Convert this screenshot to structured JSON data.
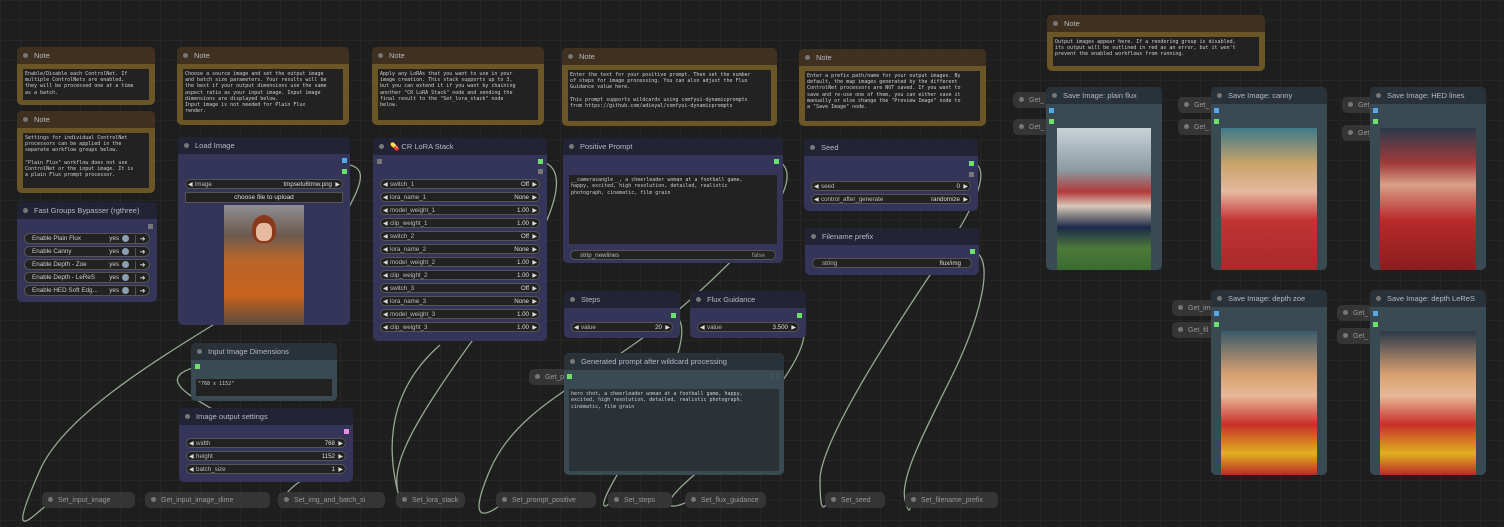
{
  "notes": {
    "n1": {
      "title": "Note",
      "text": "Enable/Disable each ControlNet. If\nmultiple ControlNets are enabled,\nthey will be processed one at a time\nas a batch."
    },
    "n2": {
      "title": "Note",
      "text": "Settings for individual ControlNet\nprocessors can be applied in the\nseparate workflow groups below.\n\n\"Plain Flux\" workflow does not use\nControlNet or the input image. It is\na plain Flux prompt processor."
    },
    "n3": {
      "title": "Note",
      "text": "Choose a source image and set the output image\nand batch size parameters. Your results will be\nthe best if your output dimensions use the same\naspect ratio as your input image. Input image\ndimensions are displayed below.\nInput image is not needed for Plain Flux\nrender."
    },
    "n4": {
      "title": "Note",
      "text": "Apply any LoRAs that you want to use in your\nimage creation. This stack supports up to 3,\nbut you can extend it if you want by chaining\nanother \"CR LoRA Stack\" node and sending the\nfinal result to the \"Set_lora_stack\" node\nbelow."
    },
    "n5": {
      "title": "Note",
      "text": "Enter the text for your positive prompt. Then set the number\nof steps for image processing. You can also adjust the Flux\nGuidance value here.\n\nThis prompt supports wildcards using comfyui-dynamicprompts\nfrom https://github.com/adieyal/comfyui-dynamicprompts"
    },
    "n6": {
      "title": "Note",
      "text": "Enter a prefix path/name for your output images. By\ndefault, the map images generated by the different\nControlNet processors are NOT saved. If you want to\nsave and re-use one of them, you can either save it\nmanually or else change the \"Preview Image\" node to\na \"Save Image\" node."
    },
    "n7": {
      "title": "Note",
      "text": "Output images appear here. If a rendering group is disabled,\nits output will be outlined in red as an error, but it won't\nprevent the enabled workflows from running."
    }
  },
  "bypasser": {
    "title": "Fast Groups Bypasser (rgthree)",
    "items": [
      {
        "label": "Enable Plain Flux",
        "value": "yes"
      },
      {
        "label": "Enable Canny",
        "value": "yes"
      },
      {
        "label": "Enable Depth - Zoe",
        "value": "yes"
      },
      {
        "label": "Enable Depth - LeReS",
        "value": "yes"
      },
      {
        "label": "Enable HED Soft Edg...",
        "value": "yes"
      }
    ]
  },
  "load_image": {
    "title": "Load Image",
    "image_label": "image",
    "image_value": "tmpsetu6tmw.png",
    "upload": "choose file to upload"
  },
  "input_dims": {
    "title": "Input Image Dimensions",
    "value": "\"768 x 1152\""
  },
  "output_settings": {
    "title": "Image output settings",
    "widgets": [
      {
        "label": "width",
        "value": "768"
      },
      {
        "label": "height",
        "value": "1152"
      },
      {
        "label": "batch_size",
        "value": "1"
      }
    ]
  },
  "lora": {
    "title": "💊 CR LoRA Stack",
    "widgets": [
      {
        "label": "switch_1",
        "value": "Off"
      },
      {
        "label": "lora_name_1",
        "value": "None"
      },
      {
        "label": "model_weight_1",
        "value": "1.00"
      },
      {
        "label": "clip_weight_1",
        "value": "1.00"
      },
      {
        "label": "switch_2",
        "value": "Off"
      },
      {
        "label": "lora_name_2",
        "value": "None"
      },
      {
        "label": "model_weight_2",
        "value": "1.00"
      },
      {
        "label": "clip_weight_2",
        "value": "1.00"
      },
      {
        "label": "switch_3",
        "value": "Off"
      },
      {
        "label": "lora_name_3",
        "value": "None"
      },
      {
        "label": "model_weight_3",
        "value": "1.00"
      },
      {
        "label": "clip_weight_3",
        "value": "1.00"
      }
    ]
  },
  "positive": {
    "title": "Positive Prompt",
    "text": "__camerasangle__, a cheerleader woman at a football game,\nhappy, excited, high resolution, detailed, realistic\nphotograph, cinematic, film grain",
    "strip_label": "strip_newlines",
    "strip_value": "false"
  },
  "steps": {
    "title": "Steps",
    "label": "value",
    "value": "20"
  },
  "flux": {
    "title": "Flux Guidance",
    "label": "value",
    "value": "3.500"
  },
  "generated": {
    "title": "Generated prompt after wildcard processing",
    "text": "hero shot, a cheerleader woman at a football game, happy,\nexcited, high resolution, detailed, realistic photograph,\ncinematic, film grain"
  },
  "seed": {
    "title": "Seed",
    "seed_label": "seed",
    "seed_value": "0",
    "cag_label": "control_after_generate",
    "cag_value": "randomize"
  },
  "prefix": {
    "title": "Filename prefix",
    "label": "string",
    "value": "flux/img"
  },
  "saves": [
    {
      "title": "Save Image: plain flux"
    },
    {
      "title": "Save Image: canny"
    },
    {
      "title": "Save Image: HED lines"
    },
    {
      "title": "Save Image: depth zoe"
    },
    {
      "title": "Save Image: depth LeReS"
    }
  ],
  "get_nodes": {
    "get_p": "Get_p",
    "get_trunc": "Get_",
    "get_im": "Get_im",
    "get_fil": "Get_fil"
  },
  "set_nodes": [
    "Set_input_image",
    "Get_input_image_dime",
    "Set_img_and_batch_si",
    "Set_lora_stack",
    "Set_prompt_positive",
    "Set_steps",
    "Set_flux_guidance",
    "Set_seed",
    "Set_filename_prefix"
  ]
}
